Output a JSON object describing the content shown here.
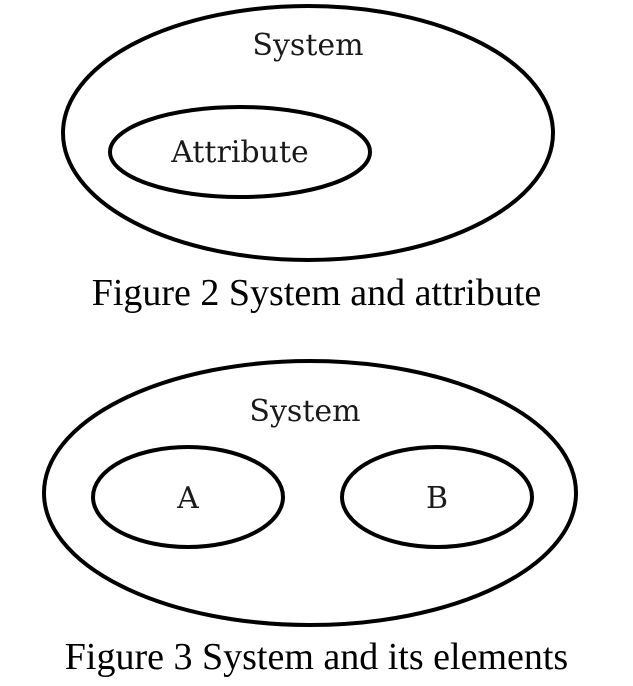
{
  "figure2": {
    "outer_label": "System",
    "inner_label": "Attribute",
    "caption": "Figure 2 System and attribute"
  },
  "figure3": {
    "outer_label": "System",
    "elements": [
      "A",
      "B"
    ],
    "caption": "Figure 3 System and its elements"
  },
  "colors": {
    "stroke": "#000000",
    "text": "#1a1a1a",
    "background": "#ffffff"
  }
}
